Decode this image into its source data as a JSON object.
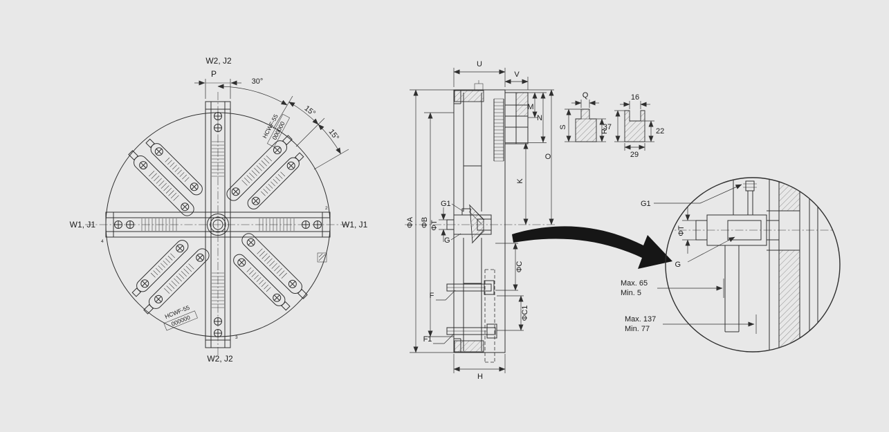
{
  "drawing": {
    "front": {
      "w2j2_top": "W2, J2",
      "w2j2_bottom": "W2, J2",
      "w1j1_left": "W1, J1",
      "w1j1_right": "W1, J1",
      "p": "P",
      "angle_30": "30°",
      "angle_15_a": "15°",
      "angle_15_b": "15°",
      "model": "HCWF-55",
      "serial": "000000",
      "jaw_no_2": "2",
      "jaw_no_3": "3",
      "jaw_no_4": "4"
    },
    "side": {
      "u": "U",
      "v": "V",
      "m": "M",
      "n": "N",
      "o": "O",
      "k": "K",
      "phi_a": "ΦA",
      "phi_b": "ΦB",
      "phi_t": "ΦT",
      "g1": "G1",
      "g": "G",
      "phi_c": "ΦC",
      "phi_c1": "ΦC1",
      "f": "F",
      "f1": "F1",
      "h": "H"
    },
    "jaw_detail": {
      "q": "Q",
      "s": "S",
      "r": "R",
      "w16": "16",
      "h37": "37",
      "h22": "22",
      "w29": "29"
    },
    "detail": {
      "g1": "G1",
      "phi_t": "ΦT",
      "g": "G",
      "max_65": "Max. 65",
      "min_5": "Min. 5",
      "max_137": "Max. 137",
      "min_77": "Min. 77"
    }
  }
}
